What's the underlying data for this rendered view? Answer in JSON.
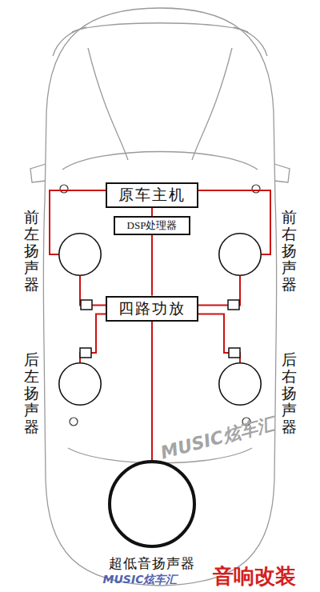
{
  "diagram": {
    "nodes": [
      {
        "text": [
          "原车主机"
        ]
      },
      {
        "text": [
          "DSP处理器"
        ]
      },
      {
        "text": [
          "前左扬声器"
        ]
      },
      {
        "text": [
          "前右扬声器"
        ]
      },
      {
        "text": [
          "四路功放"
        ]
      },
      {
        "text": [
          "后左扬声器"
        ]
      },
      {
        "text": [
          "后右扬声器"
        ]
      },
      {
        "text": [
          "超低音扬声器"
        ]
      }
    ],
    "edges": [
      {
        "from": 0,
        "to": 1,
        "arrow": "none"
      },
      {
        "from": 1,
        "to": 4,
        "arrow": "none"
      },
      {
        "from": 0,
        "to": 2,
        "arrow": "none"
      },
      {
        "from": 0,
        "to": 3,
        "arrow": "none"
      },
      {
        "from": 4,
        "to": 2,
        "arrow": "none"
      },
      {
        "from": 4,
        "to": 3,
        "arrow": "none"
      },
      {
        "from": 4,
        "to": 5,
        "arrow": "none"
      },
      {
        "from": 4,
        "to": 6,
        "arrow": "none"
      },
      {
        "from": 4,
        "to": 7,
        "arrow": "none"
      }
    ],
    "labels": [
      "MUSIC炫车汇",
      "MUSIC炫车汇",
      "音响改装"
    ]
  }
}
